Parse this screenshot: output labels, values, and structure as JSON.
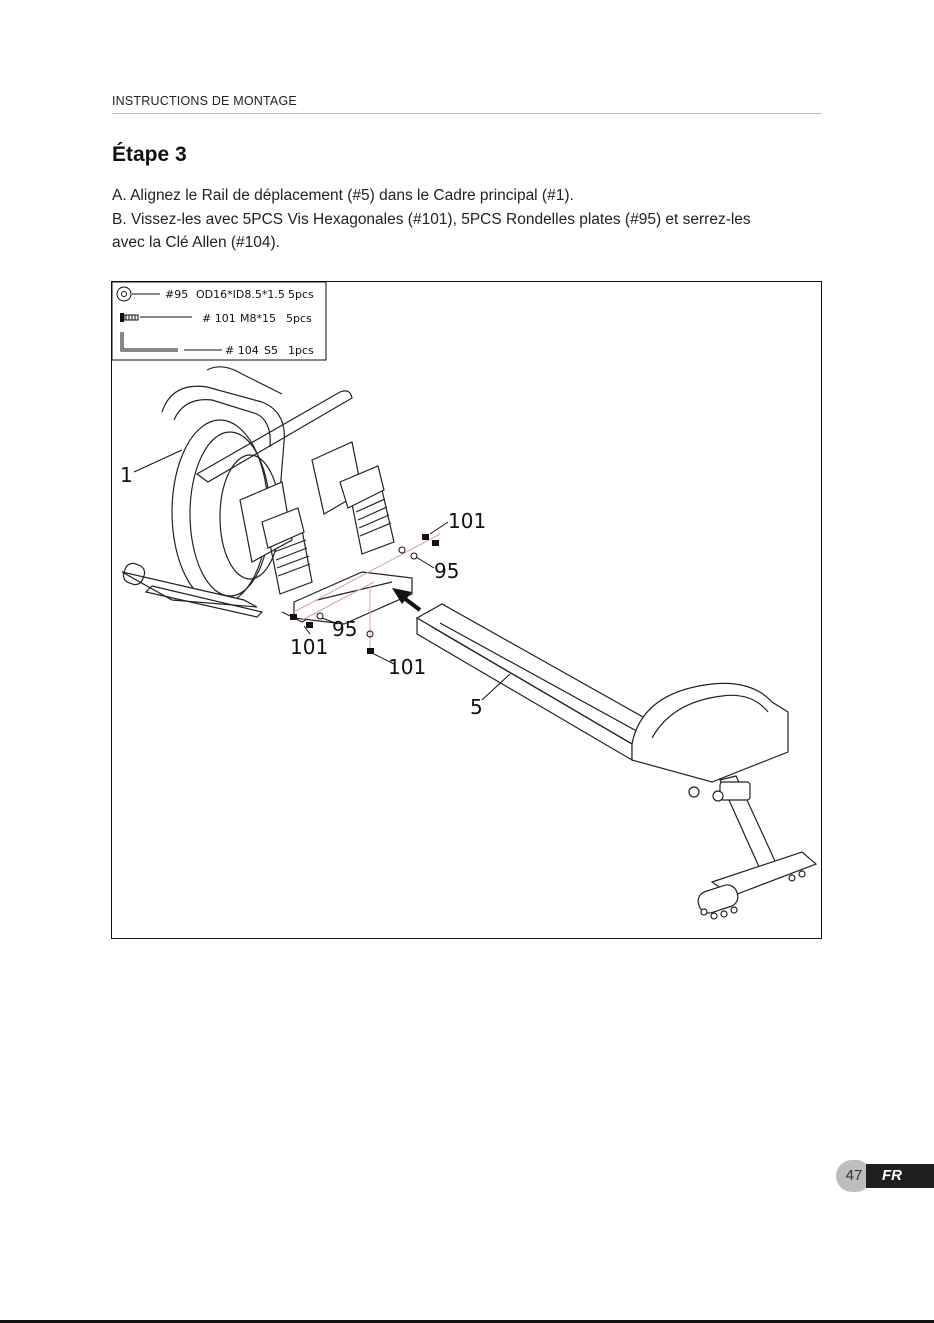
{
  "header": {
    "section_label": "INSTRUCTIONS DE MONTAGE"
  },
  "step": {
    "title": "Étape 3",
    "instructions": [
      "A. Alignez le Rail de déplacement (#5) dans le Cadre principal (#1).",
      "B. Vissez-les avec 5PCS Vis Hexagonales (#101), 5PCS Rondelles plates (#95) et serrez-les",
      "avec la Clé Allen (#104)."
    ]
  },
  "parts_legend": [
    {
      "number": "#95",
      "spec": "OD16*ID8.5*1.5",
      "qty": "5pcs",
      "icon": "washer-icon"
    },
    {
      "number": "# 101",
      "spec": "M8*15",
      "qty": "5pcs",
      "icon": "hex-bolt-icon"
    },
    {
      "number": "# 104",
      "spec": "S5",
      "qty": "1pcs",
      "icon": "allen-key-icon"
    }
  ],
  "callouts": {
    "main_frame": "1",
    "bolt_upper_right": "101",
    "washer_upper_right": "95",
    "bolt_lower_left": "101",
    "washer_lower_left": "95",
    "bolt_bottom": "101",
    "rail": "5"
  },
  "footer": {
    "page_number": "47",
    "language": "FR"
  },
  "colors": {
    "accent_line": "#e0a0a0",
    "badge": "#bdbdbd",
    "tab": "#1f1f1f"
  }
}
